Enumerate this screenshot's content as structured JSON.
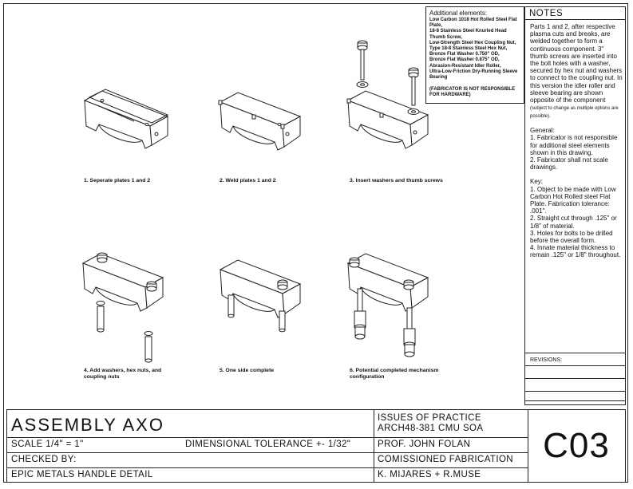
{
  "additional": {
    "heading": "Additional elements:",
    "items": [
      "Low Carbon 1018 Hot Rolled Steel Flat Plate,",
      "18-8 Stainless Steel Knurled Head Thumb Screw,",
      "Low-Strength Steel Hex Coupling Nut,",
      "Type 18-8 Stainless Steel Hex Nut,",
      "Bronze Flat Washer 0.750\" OD,",
      "Bronze Flat Washer 0.875\" OD,",
      "Abrasion-Resistant Idler Roller,",
      "Ultra-Low-Friction Dry-Running Sleeve Bearing"
    ],
    "disclaimer": "(FABRICATOR IS NOT RESPONSIBLE FOR HARDWARE)"
  },
  "notes": {
    "title": "NOTES",
    "paragraph": "Parts 1 and 2, after respective plasma cuts and breaks, are welded together to form a continuous component. 3\" thumb screws are inserted into the bolt holes with a washer, secured by hex nut and washers to connect to the coupling nut. In this version the idler roller and sleeve bearing are shown opposite of the component",
    "paragraph_small": "(subject to change as multiple options are possible).",
    "general_title": "General:",
    "general": [
      "1. Fabricator is not responsible for additional steel elements shown in this drawing.",
      "2. Fabricator shall not scale drawings."
    ],
    "key_title": "Key:",
    "key": [
      "1. Object to be made with Low Carbon Hot Rolled steel Flat Plate. Fabrication tolerance: .001\".",
      "2. Straight cut through .125\" or 1/8\" of material.",
      "3. Holes for bolts to be drilled before the overall form.",
      "4. Innate material thickness to remain .125\" or 1/8\" throughout."
    ],
    "revisions_label": "REVISIONS:"
  },
  "steps": [
    "1. Seperate plates 1 and 2",
    "2. Weld plates 1 and 2",
    "3. Insert washers and thumb screws",
    "4. Add washers, hex nuts, and coupling nuts",
    "5. One side complete",
    "6. Potential completed mechanism configuration"
  ],
  "title_block": {
    "title": "ASSEMBLY AXO",
    "scale": "SCALE 1/4\" = 1\"",
    "tolerance": "DIMENSIONAL TOLERANCE +- 1/32\"",
    "checked_by": "CHECKED BY:",
    "project": "EPIC METALS HANDLE DETAIL",
    "course_line1": "ISSUES OF PRACTICE",
    "course_line2": "ARCH48-381 CMU SOA",
    "professor": "PROF. JOHN FOLAN",
    "status": "COMISSIONED FABRICATION",
    "authors": "K. MIJARES + R.MUSE",
    "sheet_code": "C03"
  }
}
